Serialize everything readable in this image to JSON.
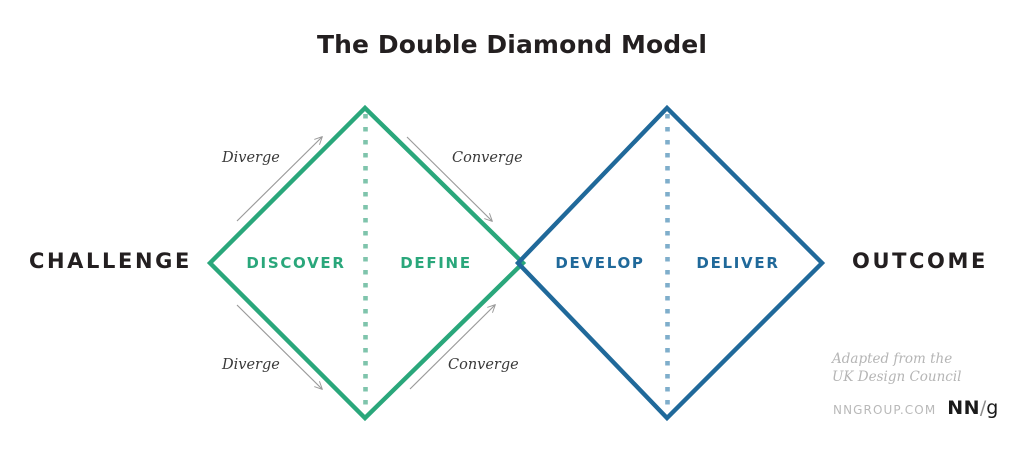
{
  "title": "The Double Diamond Model",
  "endpoints": {
    "start_label": "CHALLENGE",
    "end_label": "OUTCOME"
  },
  "diamonds": [
    {
      "name": "problem-space",
      "color": "#2aa77b",
      "divider_color": "#7fc4ac",
      "phases": [
        "DISCOVER",
        "DEFINE"
      ]
    },
    {
      "name": "solution-space",
      "color": "#20699a",
      "divider_color": "#7faecb",
      "phases": [
        "DEVELOP",
        "DELIVER"
      ]
    }
  ],
  "phases": {
    "discover": "DISCOVER",
    "define": "DEFINE",
    "develop": "DEVELOP",
    "deliver": "DELIVER"
  },
  "flow_labels": {
    "diverge_top": "Diverge",
    "converge_top": "Converge",
    "diverge_bottom": "Diverge",
    "converge_bottom": "Converge"
  },
  "attribution": {
    "line1": "Adapted from the",
    "line2": "UK Design Council"
  },
  "footer": {
    "site_url": "NNGROUP.COM",
    "brand_nn": "NN",
    "brand_slash": "/",
    "brand_g": "g"
  },
  "colors": {
    "green": "#2aa77b",
    "blue": "#20699a",
    "green_dotted": "#7fc4ac",
    "blue_dotted": "#7faecb",
    "arrow_gray": "#9a9a9a",
    "text_dark": "#231f20",
    "text_muted": "#b5b5b5",
    "background": "#ffffff"
  }
}
